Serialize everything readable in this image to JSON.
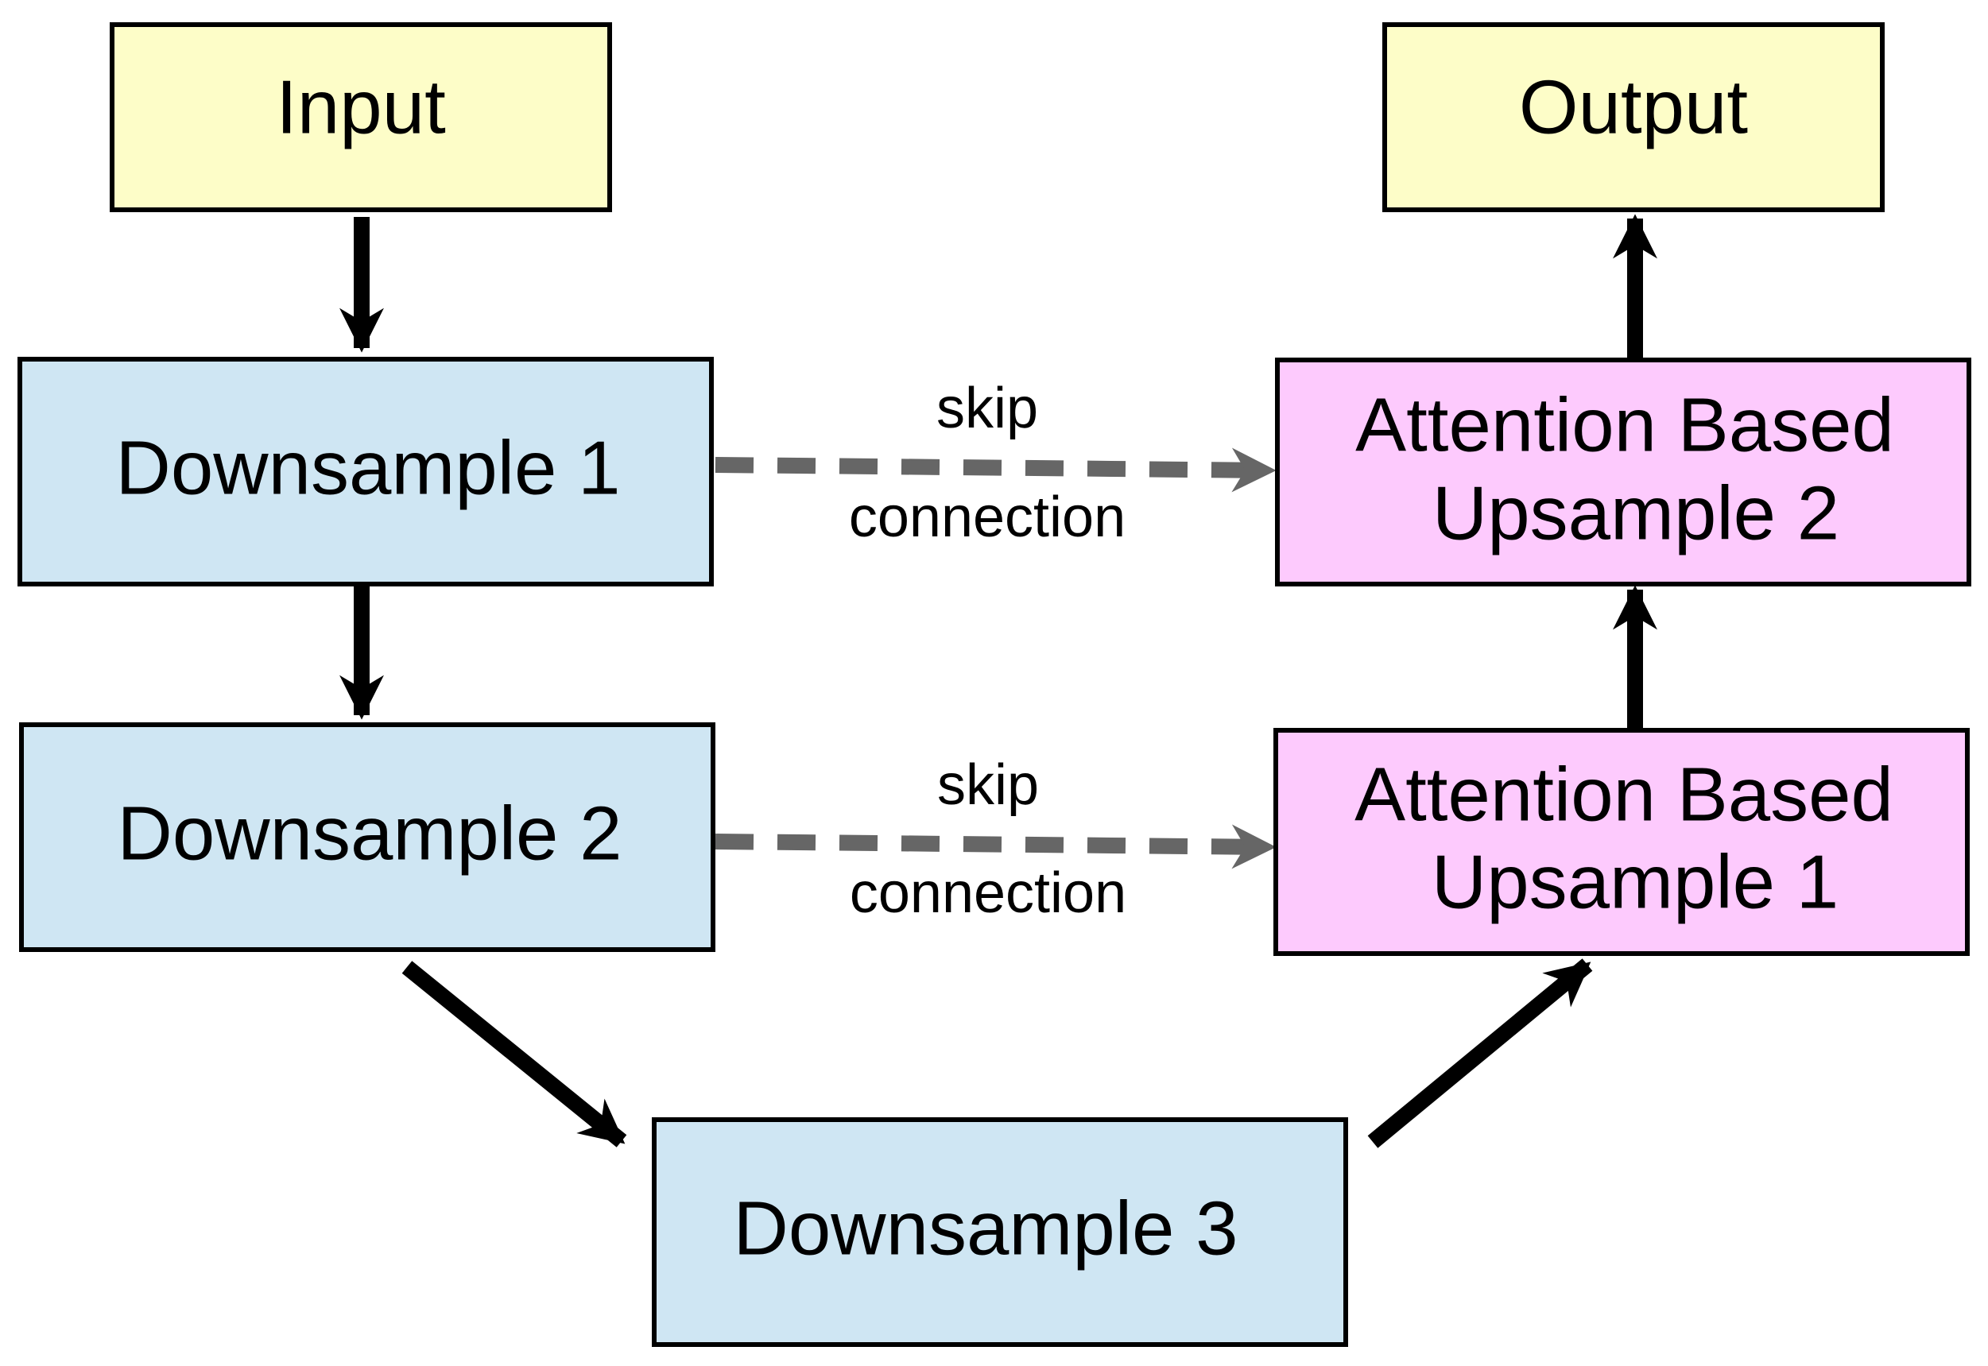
{
  "colors": {
    "io_fill": "#fdfdc8",
    "downsample_fill": "#cfe6f3",
    "upsample_fill": "#fdcafd",
    "edge": "#000000",
    "skip_edge": "#666666"
  },
  "nodes": {
    "input": {
      "lines": [
        "Input"
      ]
    },
    "output": {
      "lines": [
        "Output"
      ]
    },
    "down1": {
      "lines": [
        "Downsample 1"
      ]
    },
    "down2": {
      "lines": [
        "Downsample 2"
      ]
    },
    "down3": {
      "lines": [
        "Downsample 3"
      ]
    },
    "up2": {
      "lines": [
        "Attention Based",
        "Upsample 2"
      ]
    },
    "up1": {
      "lines": [
        "Attention Based",
        "Upsample 1"
      ]
    }
  },
  "skip_labels": {
    "top": {
      "line1": "skip",
      "line2": "connection"
    },
    "bottom": {
      "line1": "skip",
      "line2": "connection"
    }
  }
}
